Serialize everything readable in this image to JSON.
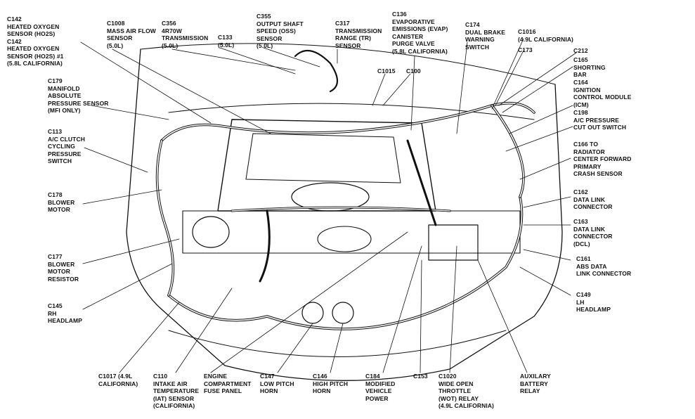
{
  "colors": {
    "ink": "#111111",
    "paper": "#ffffff"
  },
  "labels": {
    "c142": "C142\nHEATED OXYGEN\nSENSOR (HO2S)\nC142\nHEATED OXYGEN\nSENSOR (HO2S) #1\n(5.8L CALIFORNIA)",
    "c1008": "C1008\nMASS AIR FLOW\nSENSOR\n(5.0L)",
    "c356": "C356\n4R70W\nTRANSMISSION\n(5.0L)",
    "c133": "C133\n(5.0L)",
    "c355": "C355\nOUTPUT SHAFT\nSPEED (OSS)\nSENSOR\n(5.0L)",
    "c317": "C317\nTRANSMISSION\nRANGE (TR)\nSENSOR",
    "c136": "C136\nEVAPORATIVE\nEMISSIONS (EVAP)\nCANISTER\nPURGE VALVE\n(5.8L CALIFORNIA)",
    "c174": "C174\nDUAL BRAKE\nWARNING\nSWITCH",
    "c1016": "C1016\n(4.9L CALIFORNIA)",
    "c173": "C173",
    "c1015": "C1015",
    "c100": "C100",
    "c212": "C212",
    "c165": "C165\nSHORTING\nBAR",
    "c164": "C164\nIGNITION\nCONTROL MODULE\n(ICM)",
    "c198": "C198\nA/C PRESSURE\nCUT OUT SWITCH",
    "c179": "C179\nMANIFOLD\nABSOLUTE\nPRESSURE SENSOR\n(MFI ONLY)",
    "c113": "C113\nA/C CLUTCH\nCYCLING\nPRESSURE\nSWITCH",
    "c166": "C166 TO\nRADIATOR\nCENTER FORWARD\nPRIMARY\nCRASH SENSOR",
    "c178": "C178\nBLOWER\nMOTOR",
    "c162": "C162\nDATA LINK\nCONNECTOR",
    "c163": "C163\nDATA LINK\nCONNECTOR\n(DCL)",
    "c177": "C177\nBLOWER\nMOTOR\nRESISTOR",
    "c161": "C161\nABS DATA\nLINK CONNECTOR",
    "c145": "C145\nRH\nHEADLAMP",
    "c149": "C149\nLH\nHEADLAMP",
    "c1017": "C1017 (4.9L\nCALIFORNIA)",
    "c110": "C110\nINTAKE AIR\nTEMPERATURE\n(IAT) SENSOR\n(CALIFORNIA)",
    "fusepanel": "ENGINE\nCOMPARTMENT\nFUSE PANEL",
    "c147": "C147\nLOW PITCH\nHORN",
    "c146": "C146\nHIGH PITCH\nHORN",
    "c184": "C184\nMODIFIED\nVEHICLE\nPOWER",
    "c153": "C153",
    "c1020": "C1020\nWIDE OPEN\nTHROTTLE\n(WOT) RELAY\n(4.9L CALIFORNIA)",
    "auxrelay": "AUXILARY\nBATTERY\nRELAY"
  }
}
